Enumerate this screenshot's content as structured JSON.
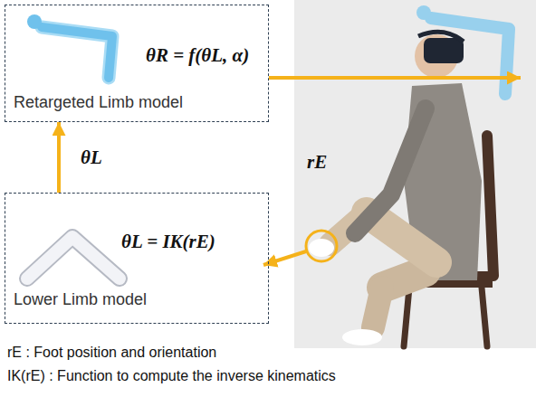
{
  "diagram": {
    "nodes": [
      {
        "text": [
          "θR = f(θL, α)",
          "Retargeted Limb model"
        ]
      },
      {
        "text": [
          "θL = IK(rE)",
          "Lower Limb model"
        ]
      }
    ],
    "edges": [
      {
        "from": 1,
        "to": 0,
        "arrow": "to",
        "label": "θL"
      }
    ],
    "labels": [
      "rE",
      "rE : Foot position and orientation",
      "IK(rE) : Function to compute the inverse kinematics"
    ]
  }
}
